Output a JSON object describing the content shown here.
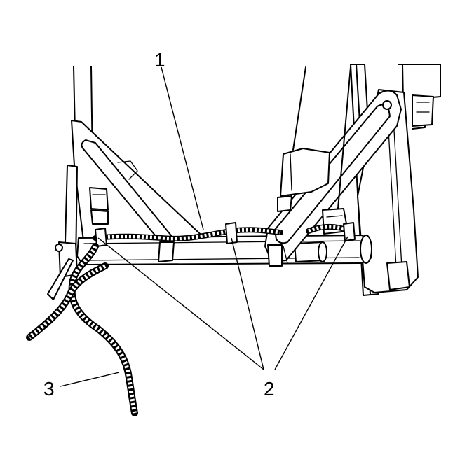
{
  "diagram": {
    "callouts": [
      {
        "id": "callout-1",
        "text": "1"
      },
      {
        "id": "callout-2",
        "text": "2"
      },
      {
        "id": "callout-3",
        "text": "3"
      }
    ]
  }
}
